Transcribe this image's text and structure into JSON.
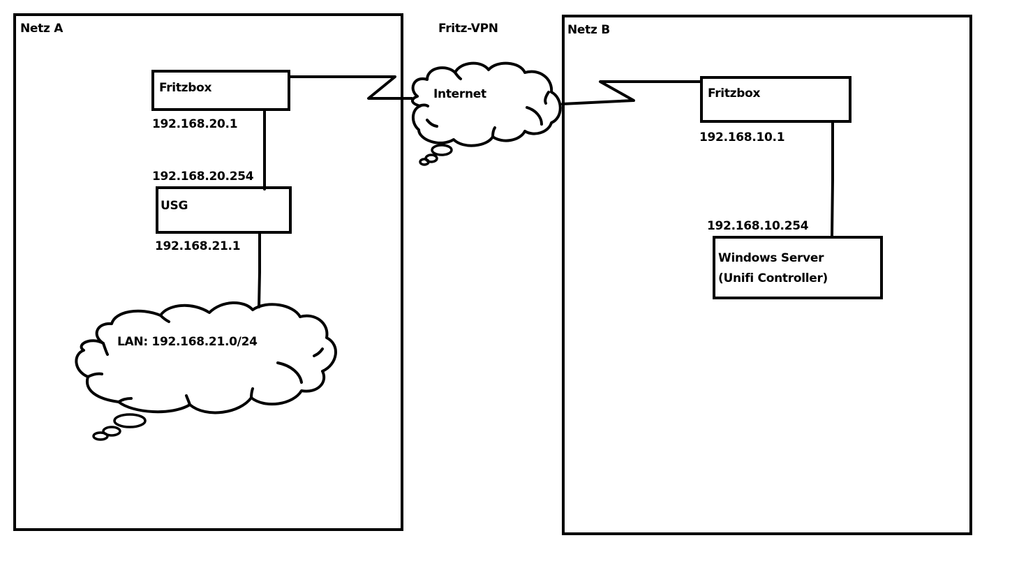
{
  "diagram": {
    "type": "network-topology",
    "vpn_label": "Fritz-VPN",
    "internet_label": "Internet",
    "networks": [
      {
        "id": "netz-a",
        "title": "Netz A",
        "router": {
          "label": "Fritzbox",
          "ip": "192.168.20.1"
        },
        "gateway": {
          "label": "USG",
          "wan_ip": "192.168.20.254",
          "lan_ip": "192.168.21.1"
        },
        "lan": {
          "label": "LAN: 192.168.21.0/24"
        }
      },
      {
        "id": "netz-b",
        "title": "Netz B",
        "router": {
          "label": "Fritzbox",
          "ip": "192.168.10.1"
        },
        "server": {
          "line1": "Windows Server",
          "line2": "(Unifi Controller)",
          "ip": "192.168.10.254"
        }
      }
    ],
    "connections": [
      {
        "from": "Fritzbox (Netz A)",
        "to": "Internet",
        "style": "lightning"
      },
      {
        "from": "Internet",
        "to": "Fritzbox (Netz B)",
        "style": "lightning"
      },
      {
        "from": "Fritzbox (Netz A)",
        "to": "USG",
        "style": "line"
      },
      {
        "from": "USG",
        "to": "LAN",
        "style": "line"
      },
      {
        "from": "Fritzbox (Netz B)",
        "to": "Windows Server",
        "style": "line"
      }
    ],
    "stroke_color": "#000000",
    "background_color": "#ffffff"
  }
}
